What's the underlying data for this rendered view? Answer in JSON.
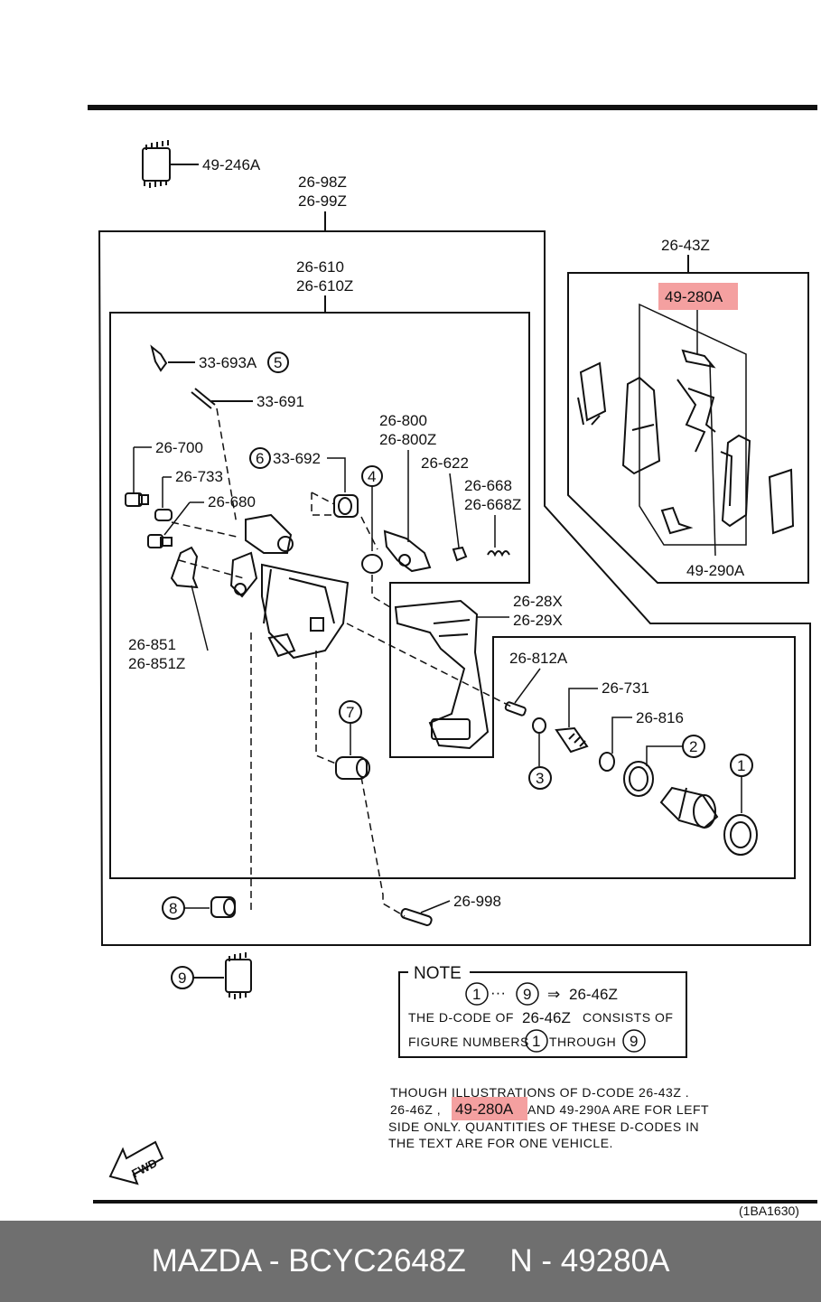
{
  "parts": {
    "p_49_246a": "49-246A",
    "p_26_98z": "26-98Z",
    "p_26_99z": "26-99Z",
    "p_26_610": "26-610",
    "p_26_610z": "26-610Z",
    "p_33_693a": "33-693A",
    "p_33_691": "33-691",
    "p_26_700": "26-700",
    "p_26_733": "26-733",
    "p_26_680": "26-680",
    "p_33_692": "33-692",
    "p_26_800": "26-800",
    "p_26_800z": "26-800Z",
    "p_26_622": "26-622",
    "p_26_668": "26-668",
    "p_26_668z": "26-668Z",
    "p_26_851": "26-851",
    "p_26_851z": "26-851Z",
    "p_26_28x": "26-28X",
    "p_26_29x": "26-29X",
    "p_26_812a": "26-812A",
    "p_26_731": "26-731",
    "p_26_816": "26-816",
    "p_26_998": "26-998",
    "p_26_43z": "26-43Z",
    "p_49_280a": "49-280A",
    "p_49_290a": "49-290A"
  },
  "callouts": {
    "c1": "1",
    "c2": "2",
    "c3": "3",
    "c4": "4",
    "c5": "5",
    "c6": "6",
    "c7": "7",
    "c8": "8",
    "c9": "9"
  },
  "note": {
    "title": "NOTE",
    "range_from": "1",
    "dots": "···",
    "range_to": "9",
    "arrow": "⇒",
    "code": "26-46Z",
    "line2": "THE D-CODE OF",
    "line2_code": "26-46Z",
    "line2_end": "CONSISTS OF",
    "line3": "FIGURE NUMBERS",
    "line3_from": "1",
    "line3_mid": "THROUGH",
    "line3_to": "9"
  },
  "disclaimer": {
    "line1": "THOUGH ILLUSTRATIONS OF D-CODE 26-43Z .",
    "line2_a": "26-46Z ,",
    "line2_hl": "49-280A",
    "line2_b": "AND 49-290A  ARE FOR LEFT",
    "line3": "SIDE ONLY. QUANTITIES OF THESE D-CODES IN",
    "line4": "THE TEXT ARE FOR ONE VEHICLE."
  },
  "fwd_label": "FWD",
  "diagram_code": "(1BA1630)",
  "footer": {
    "left": "MAZDA - BCYC2648Z",
    "right": "N - 49280A"
  },
  "colors": {
    "highlight": "#f4a0a0",
    "footer_bg": "#6f6f6f"
  }
}
